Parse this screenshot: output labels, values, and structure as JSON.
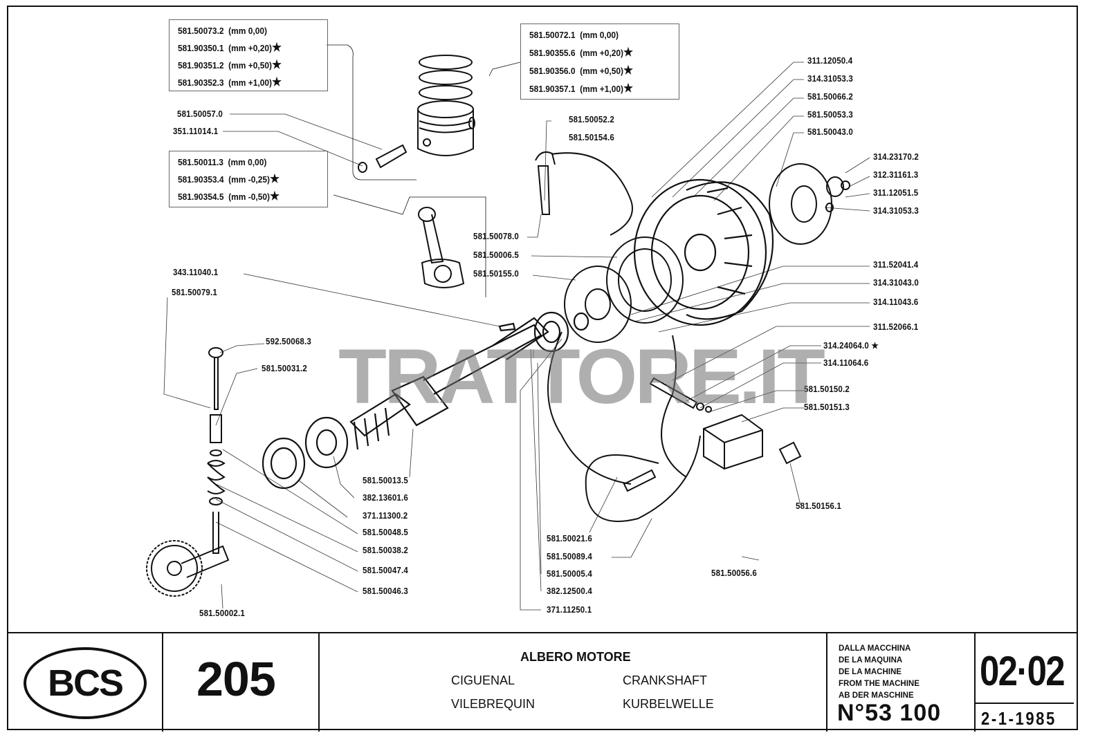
{
  "piston_rings_box": [
    {
      "code": "581.50072.1",
      "spec": "(mm 0,00)",
      "star": ""
    },
    {
      "code": "581.90355.6",
      "spec": "(mm +0,20)",
      "star": "★"
    },
    {
      "code": "581.90356.0",
      "spec": "(mm +0,50)",
      "star": "★"
    },
    {
      "code": "581.90357.1",
      "spec": "(mm +1,00)",
      "star": "★"
    }
  ],
  "piston_box": [
    {
      "code": "581.50073.2",
      "spec": "(mm 0,00)",
      "star": ""
    },
    {
      "code": "581.90350.1",
      "spec": "(mm +0,20)",
      "star": "★"
    },
    {
      "code": "581.90351.2",
      "spec": "(mm +0,50)",
      "star": "★"
    },
    {
      "code": "581.90352.3",
      "spec": "(mm +1,00)",
      "star": "★"
    }
  ],
  "conrod_box": [
    {
      "code": "581.50011.3",
      "spec": "(mm 0,00)",
      "star": ""
    },
    {
      "code": "581.90353.4",
      "spec": "(mm -0,25)",
      "star": "★"
    },
    {
      "code": "581.90354.5",
      "spec": "(mm -0,50)",
      "star": "★"
    }
  ],
  "labels": {
    "l01": "581.50057.0",
    "l02": "351.11014.1",
    "l03": "581.50052.2",
    "l04": "581.50154.6",
    "l05": "581.50078.0",
    "l06": "581.50006.5",
    "l07": "581.50155.0",
    "l08": "343.11040.1",
    "l09": "581.50079.1",
    "l10": "592.50068.3",
    "l11": "581.50031.2",
    "l12": "581.50013.5",
    "l13": "382.13601.6",
    "l14": "371.11300.2",
    "l15": "581.50048.5",
    "l16": "581.50038.2",
    "l17": "581.50047.4",
    "l18": "581.50046.3",
    "l19": "581.50002.1",
    "l20": "311.12050.4",
    "l21": "314.31053.3",
    "l22": "581.50066.2",
    "l23": "581.50053.3",
    "l24": "581.50043.0",
    "l25": "314.23170.2",
    "l26": "312.31161.3",
    "l27": "311.12051.5",
    "l28": "314.31053.3",
    "l29": "311.52041.4",
    "l30": "314.31043.0",
    "l31": "314.11043.6",
    "l32": "311.52066.1",
    "l33": "314.24064.0 ★",
    "l34": "314.11064.6",
    "l35": "581.50150.2",
    "l36": "581.50151.3",
    "l37": "581.50156.1",
    "l38": "581.50021.6",
    "l39": "581.50089.4",
    "l40": "581.50005.4",
    "l41": "382.12500.4",
    "l42": "371.11250.1",
    "l43": "581.50056.6"
  },
  "watermark": "TRATTORE.IT",
  "title_block": {
    "brand": "BCS",
    "model": "205",
    "title": "ALBERO MOTORE",
    "t_es": "CIGUENAL",
    "t_en": "CRANKSHAFT",
    "t_fr": "VILEBREQUIN",
    "t_de": "KURBELWELLE",
    "from_lines": [
      "DALLA MACCHINA",
      "DE LA MAQUINA",
      "DE LA MACHINE",
      "FROM THE MACHINE",
      "AB DER MASCHINE"
    ],
    "machine_no": "N°53 100",
    "sheet": "02·02",
    "date": "2-1-1985"
  }
}
